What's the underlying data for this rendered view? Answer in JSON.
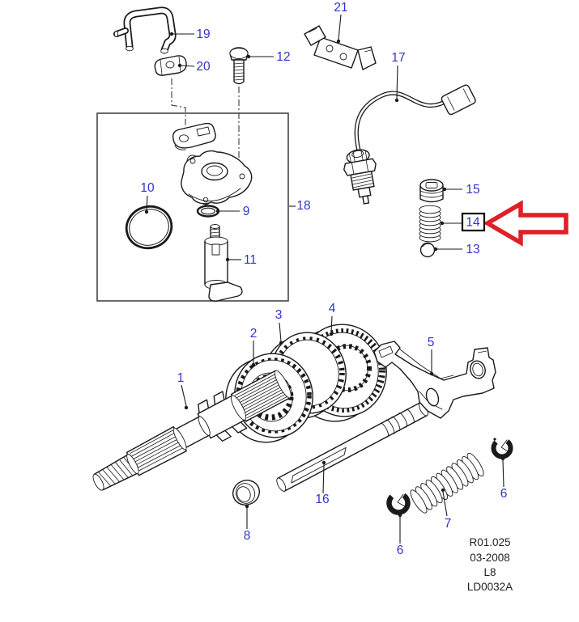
{
  "diagram": {
    "kind": "exploded-parts-diagram",
    "colors": {
      "callout": "#3333cc",
      "line": "#1a1a1a",
      "arrow": "#dd2127",
      "highlight_box": "#000000",
      "background": "#ffffff"
    },
    "callouts": {
      "c19": "19",
      "c20": "20",
      "c12": "12",
      "c21": "21",
      "c17": "17",
      "c15": "15",
      "c14": "14",
      "c13": "13",
      "c18": "18",
      "c10": "10",
      "c9": "9",
      "c11": "11",
      "c1": "1",
      "c2": "2",
      "c3": "3",
      "c4": "4",
      "c5": "5",
      "c16": "16",
      "c8": "8",
      "c6a": "6",
      "c7": "7",
      "c6b": "6"
    },
    "highlighted_callout": "14",
    "stamp": {
      "line1": "R01.025",
      "line2": "03-2008",
      "line3": "L8",
      "line4": "LD0032A"
    }
  }
}
